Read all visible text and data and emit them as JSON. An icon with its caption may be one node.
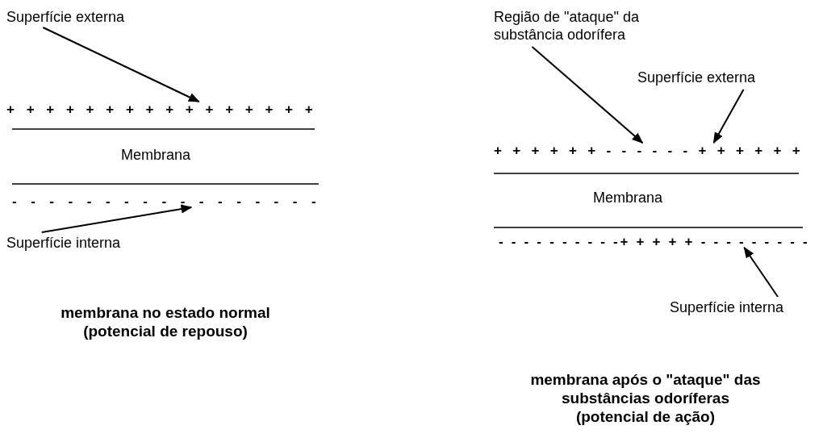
{
  "diagram": {
    "nodes": [
      {
        "text": [
          "Superfície externa"
        ]
      },
      {
        "text": [
          "+ + + + + + + + + + + + + + + +"
        ]
      },
      {
        "text": [
          "- - - - - - - - - - - - - - - - -"
        ]
      },
      {
        "text": [
          "Superfície interna"
        ]
      },
      {
        "text": [
          "Região de \"ataque\" da substância odorífera"
        ]
      },
      {
        "text": [
          "Superfície externa"
        ]
      },
      {
        "text": [
          "+ + + + + + - - - - - - + + + + + +"
        ]
      },
      {
        "text": [
          "- - - - - - - - - -+ + + + + - - - - - - - - -"
        ]
      },
      {
        "text": [
          "Superfície interna"
        ]
      }
    ],
    "edges": [
      {
        "from": 0,
        "to": 1,
        "arrow": "to"
      },
      {
        "from": 3,
        "to": 2,
        "arrow": "to"
      },
      {
        "from": 4,
        "to": 6,
        "arrow": "to"
      },
      {
        "from": 5,
        "to": 6,
        "arrow": "to"
      },
      {
        "from": 8,
        "to": 7,
        "arrow": "to"
      }
    ],
    "labels": [
      "Membrana",
      "membrana no estado normal (potencial de repouso)",
      "Membrana",
      "membrana após o \"ataque\" das substâncias odoríferas (potencial de ação)"
    ]
  }
}
